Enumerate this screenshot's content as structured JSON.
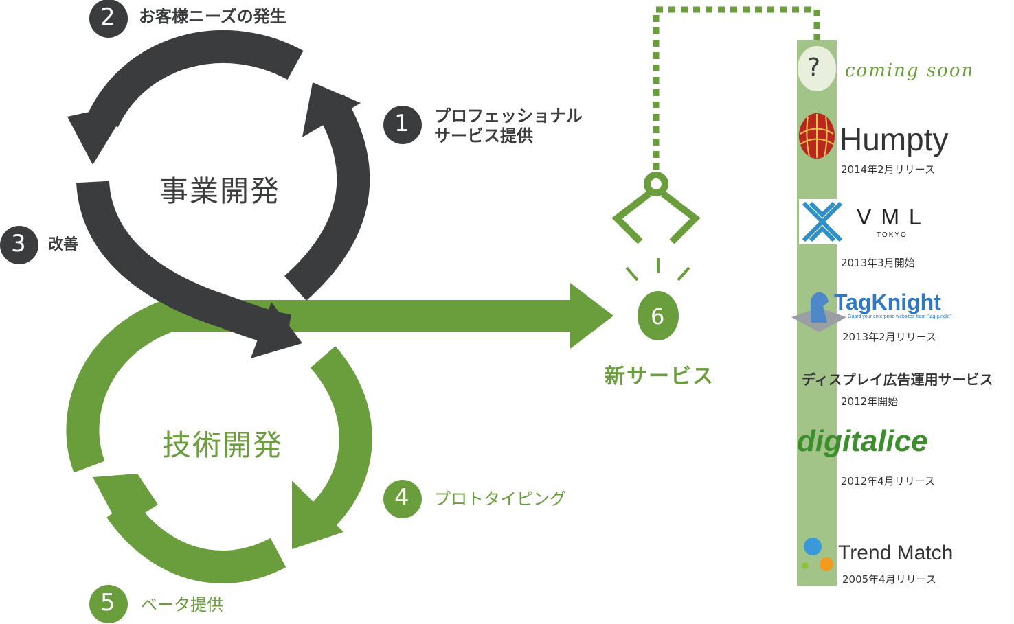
{
  "cycle": {
    "business_dev": "事業開発",
    "tech_dev": "技術開発"
  },
  "steps": [
    {
      "num": "1",
      "label_line1": "プロフェッショナル",
      "label_line2": "サービス提供"
    },
    {
      "num": "2",
      "label": "お客様ニーズの発生"
    },
    {
      "num": "3",
      "label": "改善"
    },
    {
      "num": "4",
      "label": "プロトタイピング"
    },
    {
      "num": "5",
      "label": "ベータ提供"
    },
    {
      "num": "6",
      "label": "新サービス"
    }
  ],
  "services": [
    {
      "name": "?",
      "tagline": "coming soon"
    },
    {
      "name": "Humpty",
      "date": "2014年2月リリース"
    },
    {
      "name": "VML",
      "sub": "TOKYO",
      "date": "2013年3月開始"
    },
    {
      "name": "TagKnight",
      "tagline": "Guard your enterprise websites from \"tag-jungle\"",
      "date": "2013年2月リリース"
    },
    {
      "name": "ディスプレイ広告運用サービス",
      "date": "2012年開始"
    },
    {
      "name": "digitalice",
      "date": "2012年4月リリース"
    },
    {
      "name": "Trend Match",
      "date": "2005年4月リリース"
    }
  ],
  "colors": {
    "dark": "#3a3c3d",
    "green": "#6a9e3c",
    "light_green": "#a3c489"
  }
}
